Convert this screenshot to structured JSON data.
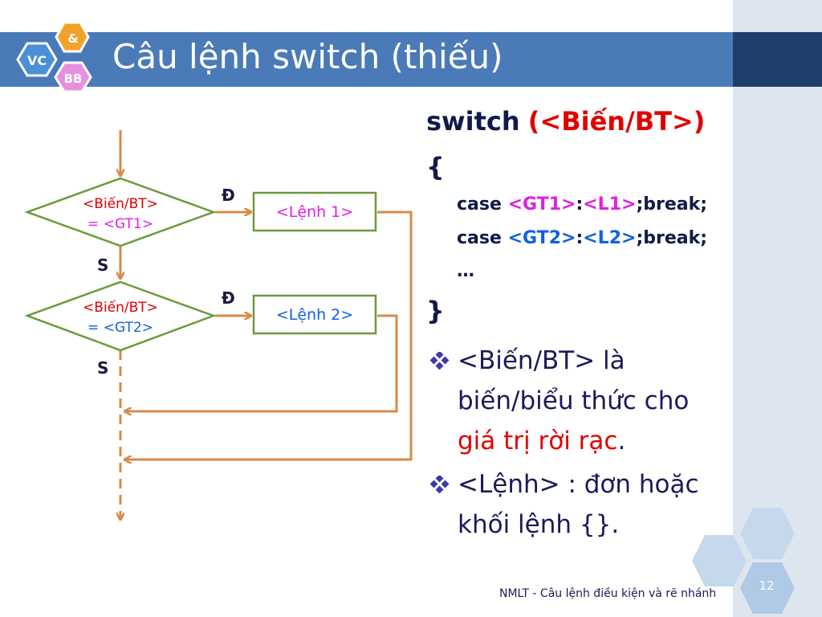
{
  "slide": {
    "title": "Câu lệnh switch (thiếu)",
    "logo": {
      "top": "&",
      "left": "VC",
      "bottom": "BB"
    },
    "footer": "NMLT - Câu lệnh điều kiện và rẽ nhánh",
    "page_number": "12"
  },
  "flowchart": {
    "cond1": {
      "line1": "<Biến/BT>",
      "line2": "= <GT1>"
    },
    "cond2": {
      "line1": "<Biến/BT>",
      "line2": "= <GT2>"
    },
    "box1": "<Lệnh 1>",
    "box2": "<Lệnh 2>",
    "true_label": "Đ",
    "false_label": "S"
  },
  "code": {
    "switch_kw": "switch",
    "switch_arg": "(<Biến/BT>)",
    "open_brace": "{",
    "case_kw": "case",
    "gt1": "<GT1>",
    "gt2": "<GT2>",
    "colon": ":",
    "l1": "<L1>",
    "l2": "<L2>",
    "break_stmt": ";break;",
    "ellipsis": "…",
    "close_brace": "}"
  },
  "bullets": {
    "b1_line1": "<Biến/BT> là",
    "b1_line2": "biến/biểu thức cho",
    "b1_red": "giá trị rời rạc",
    "b1_period": ".",
    "b2_line1": "<Lệnh> : đơn hoặc",
    "b2_line2": "khối lệnh {}."
  },
  "colors": {
    "title_bar": "#4a7ab8",
    "title_dark": "#1f3f6b",
    "arrow": "#d98a4a",
    "diamond_border": "#6a9a3a",
    "red_text": "#e00000",
    "magenta_text": "#e020e0",
    "blue_text": "#1060e0"
  }
}
